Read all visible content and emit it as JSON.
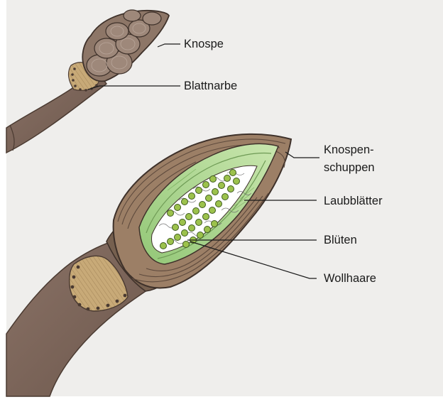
{
  "labels": {
    "knospe": "Knospe",
    "blattnarbe": "Blattnarbe",
    "knospenschuppen_1": "Knospen-",
    "knospenschuppen_2": "schuppen",
    "laubblaetter": "Laubblätter",
    "blueten": "Blüten",
    "wollhaare": "Wollhaare"
  },
  "colors": {
    "background": "#efeeec",
    "twig": "#7a6459",
    "bud_scale": "#9c7f66",
    "scale_dark": "#5e4a3d",
    "leaf_green": "#a9d48e",
    "leaf_light": "#cfe8b7",
    "flower": "#9cc24c",
    "leaf_scar": "#c8aa78",
    "hair": "#ffffff"
  }
}
